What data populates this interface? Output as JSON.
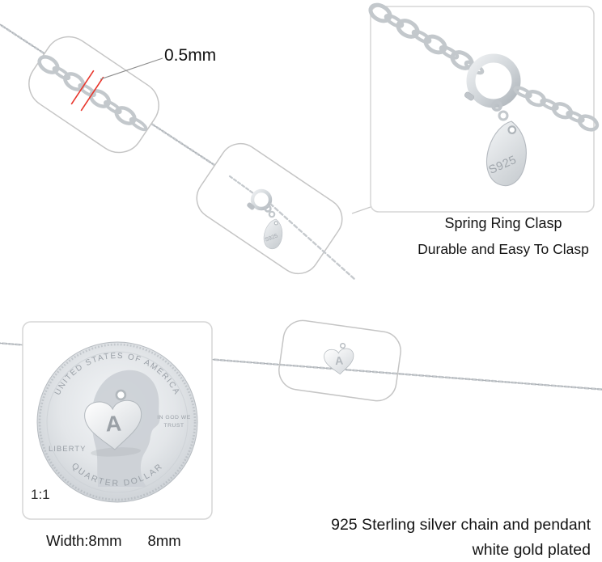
{
  "product": {
    "measurement_label": "0.5mm",
    "clasp": {
      "title": "Spring Ring Clasp",
      "subtitle": "Durable and Easy To Clasp"
    },
    "tag_stamp": "S925",
    "pendant_letter": "A",
    "scale_label": "1:1",
    "width_label": "Width:8mm",
    "width_value": "8mm",
    "material_line1": "925 Sterling silver chain and pendant",
    "material_line2": "white gold plated",
    "coin": {
      "top": "UNITED STATES OF AMERICA",
      "bottom": "QUARTER DOLLAR",
      "left": "LIBERTY",
      "right1": "IN GOD WE",
      "right2": "TRUST"
    }
  },
  "colors": {
    "red_accent": "#e8352b",
    "chain_silver": "#c5c9cd",
    "coin_text": "#9aa0a7",
    "panel_border": "#d5d5d5",
    "text": "#141414"
  }
}
